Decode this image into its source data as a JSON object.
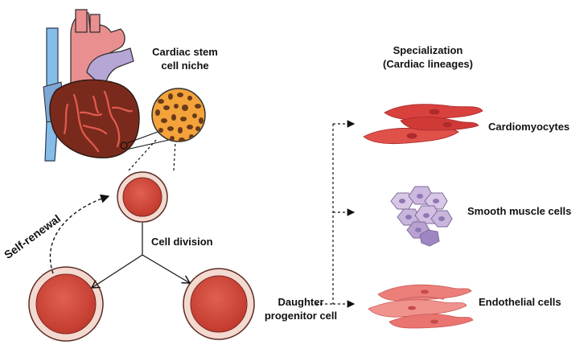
{
  "labels": {
    "niche_line1": "Cardiac stem",
    "niche_line2": "cell niche",
    "specialization_line1": "Specialization",
    "specialization_line2": "(Cardiac lineages)",
    "cardiomyocytes": "Cardiomyocytes",
    "smooth_muscle": "Smooth muscle cells",
    "endothelial": "Endothelial cells",
    "self_renewal": "Self-renewal",
    "cell_division": "Cell division",
    "daughter_line1": "Daughter",
    "daughter_line2": "progenitor cell"
  },
  "colors": {
    "cell_fill": "#cf4a3c",
    "cell_ring": "#f3d9cf",
    "cell_outline": "#5a2a22",
    "heart_muscle": "#7a2a1c",
    "aorta": "#e98f8f",
    "vein": "#86bde8",
    "pulmonary": "#b6a6d6",
    "niche_fill": "#f3a33a",
    "cardiomyocyte": "#d9413e",
    "smooth_muscle": "#c9b6dc",
    "endothelial": "#ec7f7a"
  }
}
